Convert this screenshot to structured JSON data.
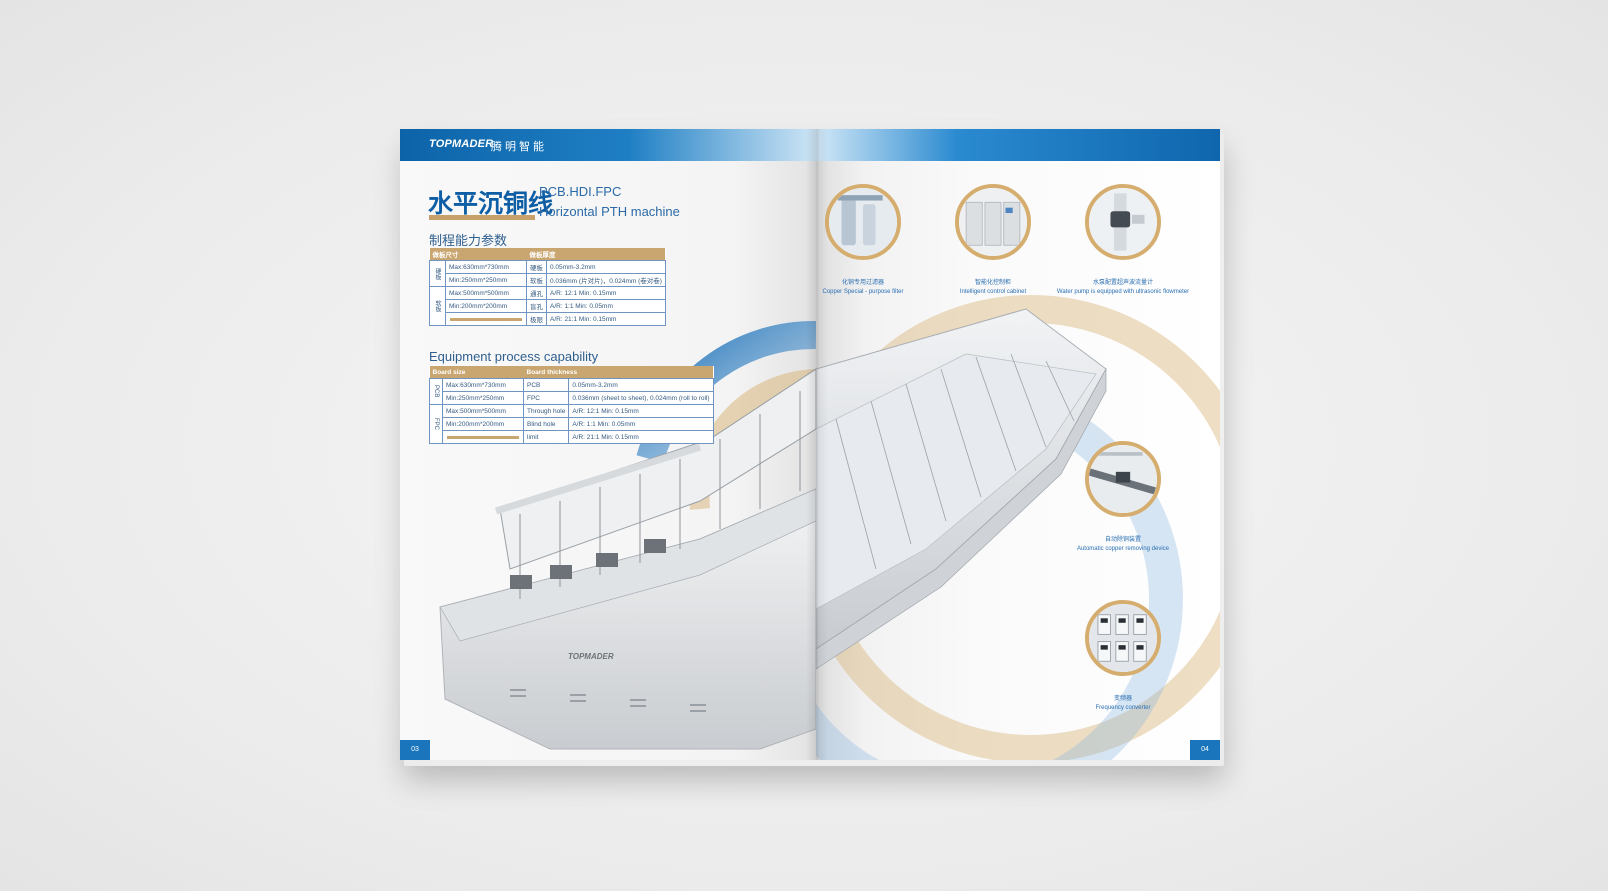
{
  "brand": {
    "logo": "TOPMADER",
    "chinese": "腾明智能"
  },
  "left_page": {
    "title_cn": "水平沉铜线",
    "title_en_line1": "PCB.HDI.FPC",
    "title_en_line2": "Horizontal PTH machine",
    "section_cn": "制程能力参数",
    "section_en": "Equipment process capability",
    "page_number": "03",
    "table_cn": {
      "headers": [
        "做板尺寸",
        "做板厚度"
      ],
      "groups": [
        "硬板",
        "软板"
      ],
      "rows": [
        [
          "Max:630mm*730mm",
          "硬板",
          "0.05mm-3.2mm"
        ],
        [
          "Min:250mm*250mm",
          "软板",
          "0.036mm (片对片)，0.024mm (卷对卷)"
        ],
        [
          "Max:500mm*500mm",
          "通孔",
          "A/R: 12:1  Min: 0.15mm"
        ],
        [
          "Min:200mm*200mm",
          "盲孔",
          "A/R: 1:1  Min: 0.05mm"
        ],
        [
          "",
          "极限",
          "A/R: 21:1  Min: 0.15mm"
        ]
      ]
    },
    "table_en": {
      "headers": [
        "Board size",
        "Board thickness"
      ],
      "groups": [
        "PCB",
        "FPC"
      ],
      "rows": [
        [
          "Max:630mm*730mm",
          "PCB",
          "0.05mm-3.2mm"
        ],
        [
          "Min:250mm*250mm",
          "FPC",
          "0.036mm (sheet to sheet), 0.024mm (roll to roll)"
        ],
        [
          "Max:500mm*500mm",
          "Through hole",
          "A/R: 12:1  Min: 0.15mm"
        ],
        [
          "Min:200mm*200mm",
          "Blind hole",
          "A/R: 1:1  Min: 0.05mm"
        ],
        [
          "",
          "limit",
          "A/R: 21:1  Min: 0.15mm"
        ]
      ]
    },
    "machine_brand": "TOPMADER"
  },
  "right_page": {
    "page_number": "04",
    "features": [
      {
        "cn": "化铜专用过滤器",
        "en": "Copper Special - purpose filter",
        "icon": "filter-image"
      },
      {
        "cn": "智能化控制柜",
        "en": "Intelligent control cabinet",
        "icon": "cabinet-image"
      },
      {
        "cn": "水泵配置超声波流量计",
        "en": "Water pump is equipped with ultrasonic flowmeter",
        "icon": "pump-image"
      },
      {
        "cn": "自动除铜装置",
        "en": "Automatic copper removing device",
        "icon": "copper-device-image"
      },
      {
        "cn": "变频器",
        "en": "Frequency converter",
        "icon": "inverter-image"
      }
    ]
  },
  "colors": {
    "primary_blue": "#1a75bd",
    "gold": "#c9a56f",
    "background": "#ececec"
  }
}
